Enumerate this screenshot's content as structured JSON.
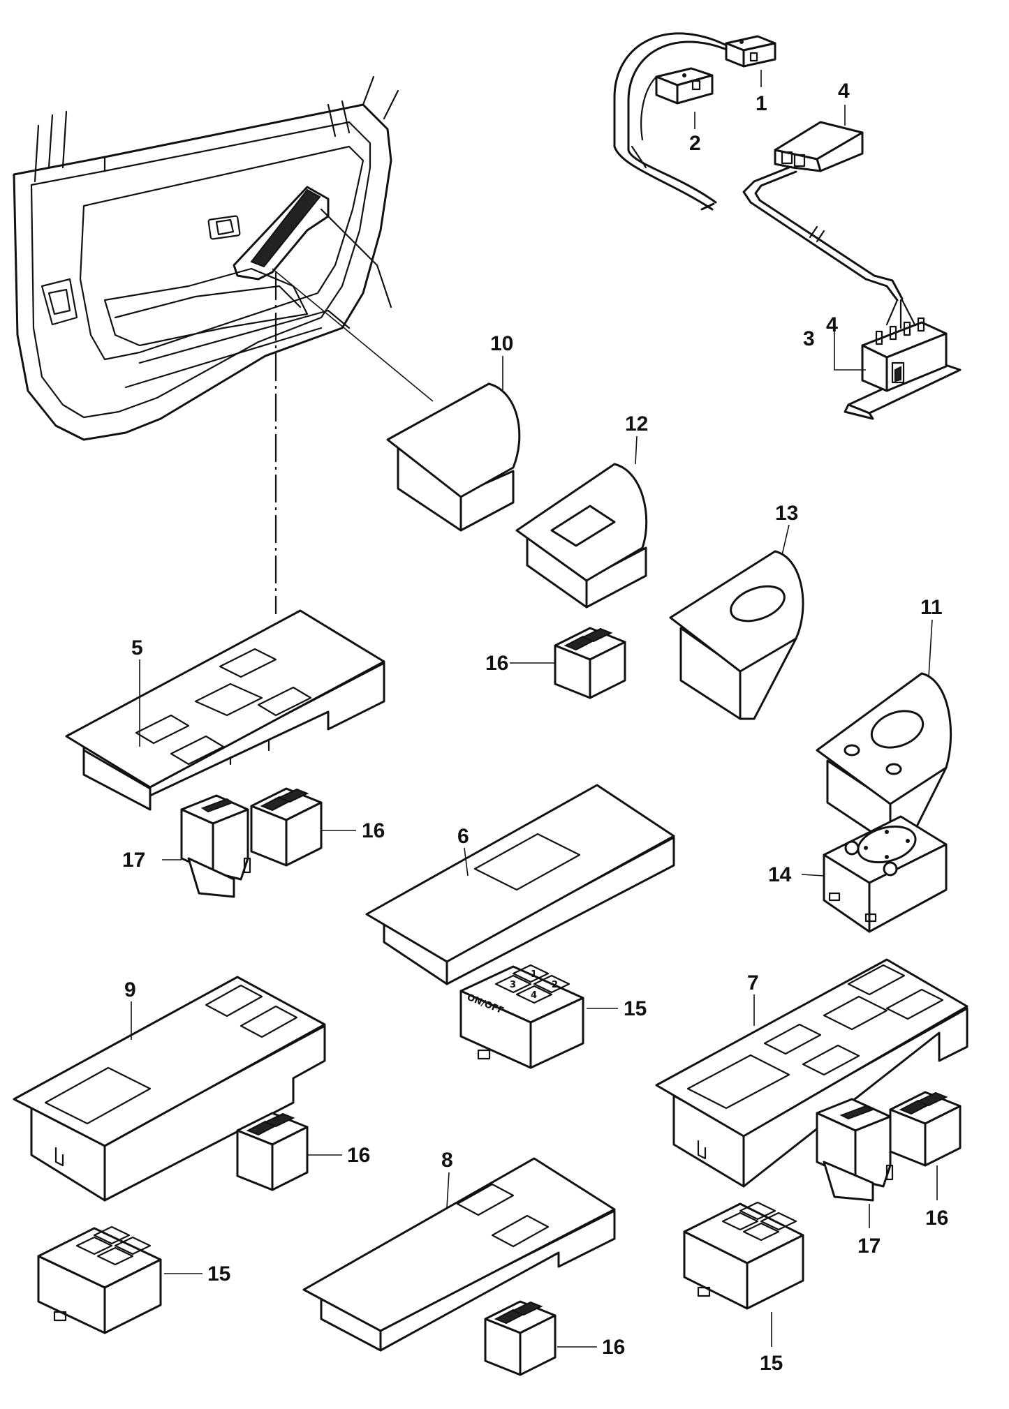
{
  "callouts": {
    "c1": "1",
    "c2": "2",
    "c3": "3",
    "c4a": "4",
    "c4b": "4",
    "c5": "5",
    "c6": "6",
    "c7": "7",
    "c8": "8",
    "c9": "9",
    "c10": "10",
    "c11": "11",
    "c12": "12",
    "c13": "13",
    "c14": "14",
    "c15a": "15",
    "c15b": "15",
    "c15c": "15",
    "c16a": "16",
    "c16b": "16",
    "c16c": "16",
    "c16d": "16",
    "c16e": "16",
    "c17a": "17",
    "c17b": "17"
  },
  "key_labels": {
    "k1": "1",
    "k2": "2",
    "k3": "3",
    "k4": "4",
    "onoff": "ON/OFF"
  }
}
